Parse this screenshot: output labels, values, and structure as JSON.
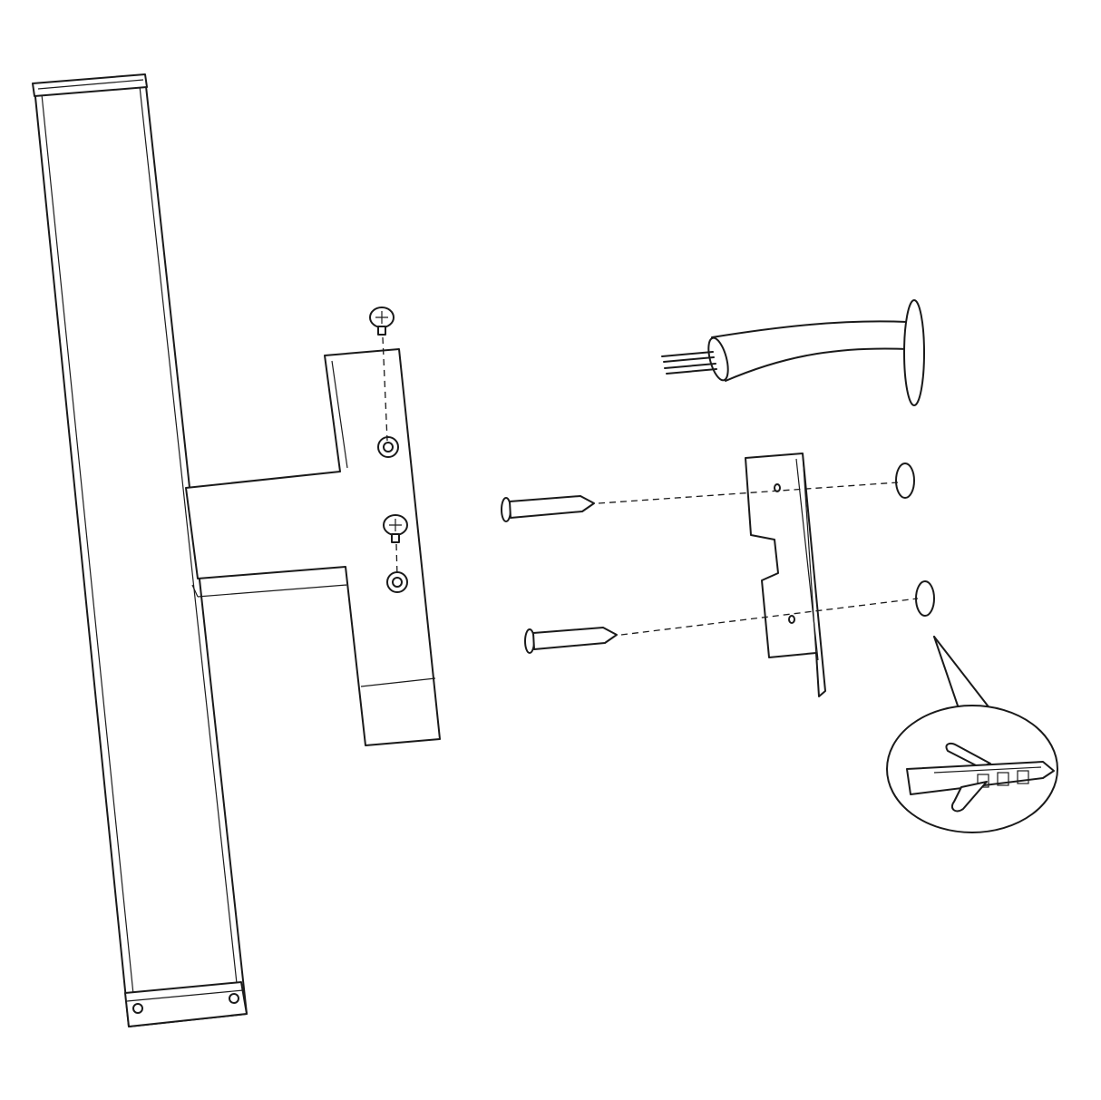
{
  "diagram": {
    "type": "exploded assembly line drawing",
    "colors": {
      "line": "#1a1a1a",
      "background": "#ffffff"
    },
    "parts": [
      "light-bar",
      "t-bracket",
      "bracket-screws",
      "power-cable-with-wall-plate",
      "wall-mounting-bracket",
      "wall-screws",
      "wall-plugs",
      "wall-plug-detail"
    ]
  }
}
